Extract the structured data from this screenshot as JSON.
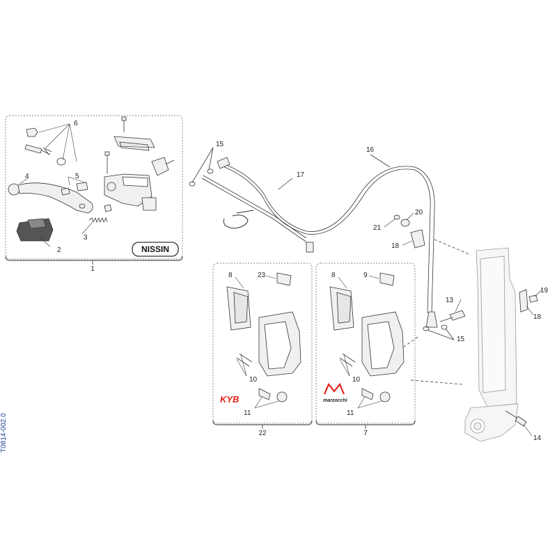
{
  "drawing": {
    "reference_code": "T0814-002.0",
    "brand_badge": "NISSIN",
    "brand_kyb": "KYB",
    "brand_marzocchi": "marzocchi",
    "groups": {
      "master_cylinder": "1",
      "caliper_kyb": "22",
      "caliper_marzocchi": "7"
    },
    "callouts": {
      "c2": "2",
      "c3": "3",
      "c4": "4",
      "c5": "5",
      "c6": "6",
      "c8a": "8",
      "c23": "23",
      "c10a": "10",
      "c11a": "11",
      "c8b": "8",
      "c9": "9",
      "c10b": "10",
      "c11b": "11",
      "c13": "13",
      "c14": "14",
      "c15a": "15",
      "c15b": "15",
      "c16": "16",
      "c17": "17",
      "c18a": "18",
      "c18b": "18",
      "c19": "19",
      "c20": "20",
      "c21": "21"
    }
  },
  "colors": {
    "line": "#333333",
    "box": "#777777",
    "part_fill": "#f0f0f0",
    "kyb_red": "#e2231a",
    "ref_blue": "#1f3f8f"
  }
}
